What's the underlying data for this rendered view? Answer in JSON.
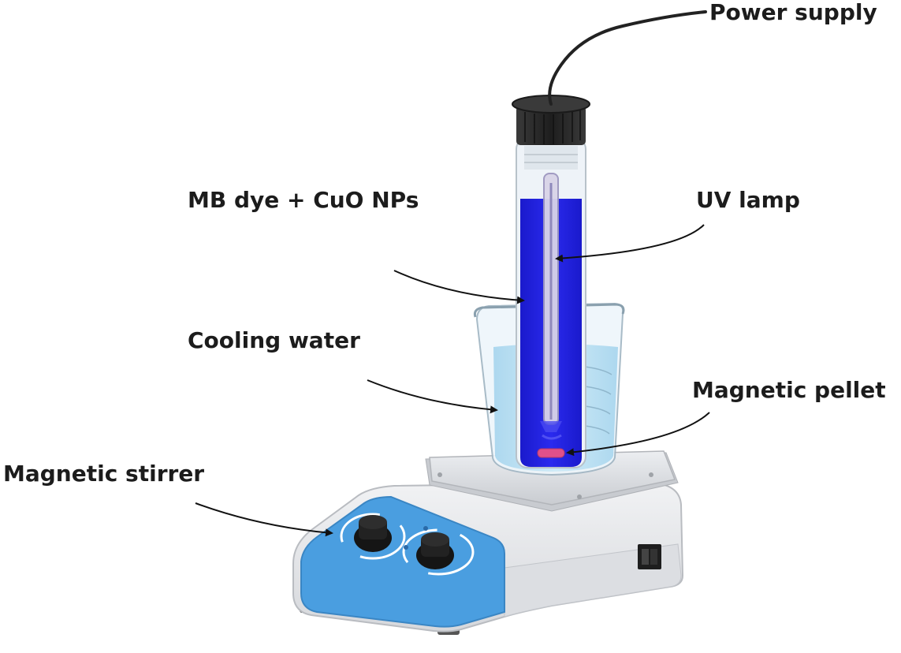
{
  "labels": {
    "power_supply": "Power supply",
    "mb_dye": "MB dye + CuO NPs",
    "uv_lamp": "UV lamp",
    "cooling_water": "Cooling water",
    "magnetic_pellet": "Magnetic pellet",
    "magnetic_stirrer": "Magnetic stirrer"
  },
  "colors": {
    "dye": "#2222dd",
    "cooling_water": "#bfe3f4",
    "control_panel": "#4a9ee0",
    "stirrer_body": "#e9eaec",
    "cap": "#2b2b2b",
    "pellet": "#e0508a"
  }
}
